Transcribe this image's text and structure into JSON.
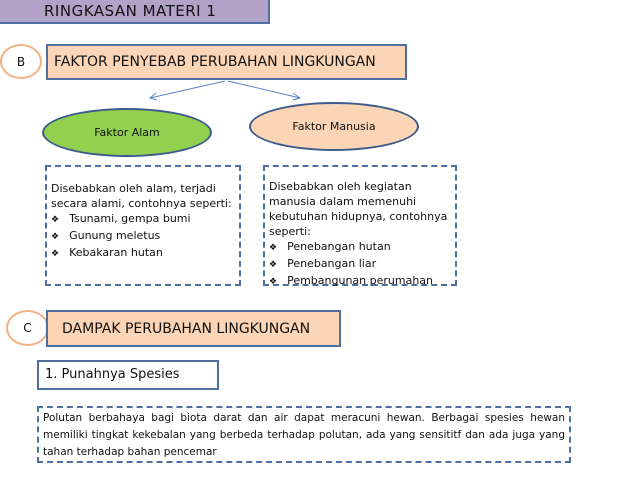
{
  "title": "RINGKASAN MATERI 1",
  "sectionB": {
    "letter": "B",
    "heading": "FAKTOR PENYEBAB PERUBAHAN LINGKUNGAN",
    "alam": {
      "label": "Faktor Alam",
      "desc": "Disebabkan oleh alam, terjadi secara alami, contohnya seperti:",
      "items": [
        "Tsunami, gempa bumi",
        "Gunung meletus",
        "Kebakaran hutan"
      ]
    },
    "manusia": {
      "label": "Faktor Manusia",
      "desc": "Disebabkan oleh kegiatan manusia dalam memenuhi kebutuhan hidupnya, contohnya seperti:",
      "items": [
        "Penebangan hutan",
        "Penebangan liar",
        "Pembangunan perumahan"
      ]
    }
  },
  "sectionC": {
    "letter": "C",
    "heading": "DAMPAK PERUBAHAN LINGKUNGAN",
    "sub": "1. Punahnya Spesies",
    "desc": "Polutan berbahaya bagi biota darat dan air dapat meracuni hewan. Berbagai spesies hewan memiliki tingkat kekebalan yang berbeda terhadap polutan, ada yang sensititf dan ada juga yang tahan terhadap bahan pencemar"
  }
}
